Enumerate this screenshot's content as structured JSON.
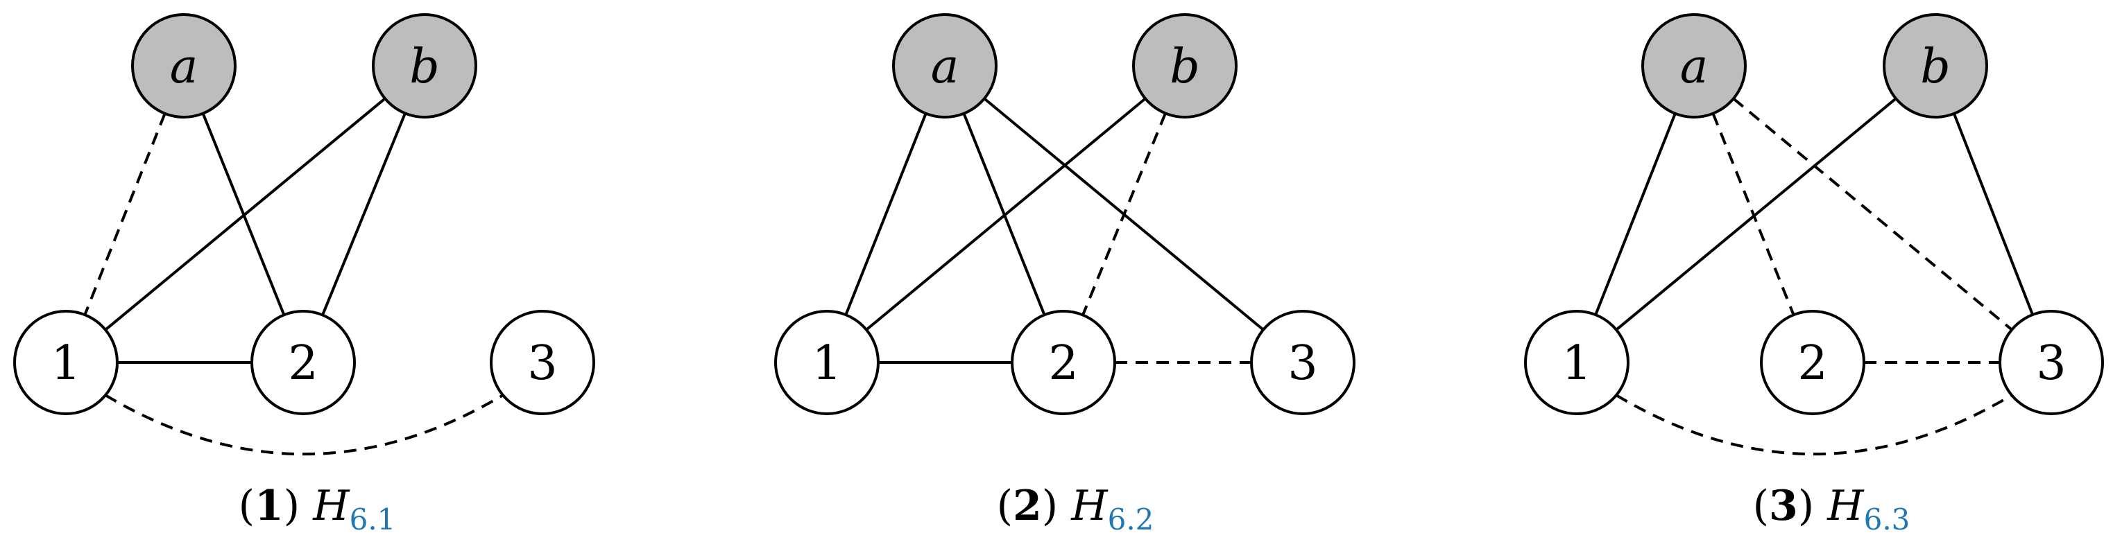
{
  "colors": {
    "gray_fill": "#bdbdbd",
    "white_fill": "#ffffff",
    "line": "#000000",
    "subscript": "#1f77b4"
  },
  "diagrams": [
    {
      "id": "h61",
      "caption": {
        "open": "(",
        "num": "1",
        "close": ")",
        "H": "H",
        "sub": "6.1"
      },
      "nodes": [
        {
          "id": "a",
          "label": "a",
          "kind": "gray"
        },
        {
          "id": "b",
          "label": "b",
          "kind": "gray"
        },
        {
          "id": "1",
          "label": "1",
          "kind": "white"
        },
        {
          "id": "2",
          "label": "2",
          "kind": "white"
        },
        {
          "id": "3",
          "label": "3",
          "kind": "white"
        }
      ],
      "edges": [
        {
          "from": "a",
          "to": "1",
          "style": "dashed"
        },
        {
          "from": "a",
          "to": "2",
          "style": "solid"
        },
        {
          "from": "b",
          "to": "1",
          "style": "solid"
        },
        {
          "from": "b",
          "to": "2",
          "style": "solid"
        },
        {
          "from": "1",
          "to": "2",
          "style": "solid"
        },
        {
          "from": "1",
          "to": "3",
          "style": "dashed",
          "curved": true
        }
      ]
    },
    {
      "id": "h62",
      "caption": {
        "open": "(",
        "num": "2",
        "close": ")",
        "H": "H",
        "sub": "6.2"
      },
      "nodes": [
        {
          "id": "a",
          "label": "a",
          "kind": "gray"
        },
        {
          "id": "b",
          "label": "b",
          "kind": "gray"
        },
        {
          "id": "1",
          "label": "1",
          "kind": "white"
        },
        {
          "id": "2",
          "label": "2",
          "kind": "white"
        },
        {
          "id": "3",
          "label": "3",
          "kind": "white"
        }
      ],
      "edges": [
        {
          "from": "a",
          "to": "1",
          "style": "solid"
        },
        {
          "from": "a",
          "to": "2",
          "style": "solid"
        },
        {
          "from": "a",
          "to": "3",
          "style": "solid"
        },
        {
          "from": "b",
          "to": "1",
          "style": "solid"
        },
        {
          "from": "b",
          "to": "2",
          "style": "dashed"
        },
        {
          "from": "1",
          "to": "2",
          "style": "solid"
        },
        {
          "from": "2",
          "to": "3",
          "style": "dashed"
        }
      ]
    },
    {
      "id": "h63",
      "caption": {
        "open": "(",
        "num": "3",
        "close": ")",
        "H": "H",
        "sub": "6.3"
      },
      "nodes": [
        {
          "id": "a",
          "label": "a",
          "kind": "gray"
        },
        {
          "id": "b",
          "label": "b",
          "kind": "gray"
        },
        {
          "id": "1",
          "label": "1",
          "kind": "white"
        },
        {
          "id": "2",
          "label": "2",
          "kind": "white"
        },
        {
          "id": "3",
          "label": "3",
          "kind": "white"
        }
      ],
      "edges": [
        {
          "from": "a",
          "to": "1",
          "style": "solid"
        },
        {
          "from": "a",
          "to": "2",
          "style": "dashed"
        },
        {
          "from": "a",
          "to": "3",
          "style": "dashed"
        },
        {
          "from": "b",
          "to": "1",
          "style": "solid"
        },
        {
          "from": "b",
          "to": "3",
          "style": "solid"
        },
        {
          "from": "2",
          "to": "3",
          "style": "dashed"
        },
        {
          "from": "1",
          "to": "3",
          "style": "dashed",
          "curved": true
        }
      ]
    }
  ]
}
